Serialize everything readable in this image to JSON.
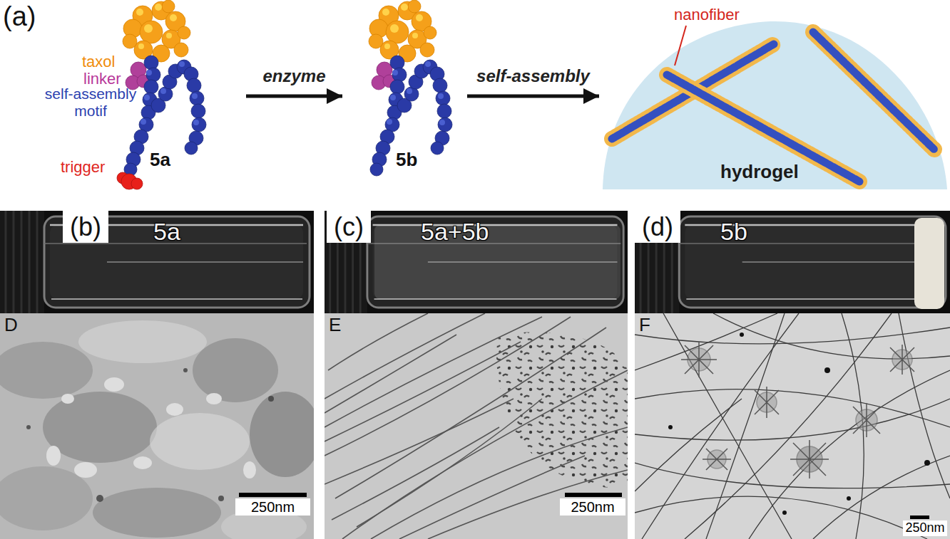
{
  "diagram": {
    "nodes": [
      {
        "text": [
          "taxol",
          "linker",
          "self-assembly motif",
          "trigger",
          "5a"
        ]
      },
      {
        "text": [
          "5b"
        ]
      },
      {
        "text": [
          "nanofiber",
          "hydrogel"
        ]
      },
      {
        "text": [
          "5a"
        ]
      },
      {
        "text": [
          "5a+5b"
        ]
      },
      {
        "text": [
          "5b"
        ]
      },
      {
        "text": [
          "D",
          "250nm"
        ]
      },
      {
        "text": [
          "E",
          "250nm"
        ]
      },
      {
        "text": [
          "F",
          "250nm"
        ]
      }
    ],
    "edges": [
      {
        "from": 0,
        "to": 1,
        "label": "enzyme",
        "arrow": "to"
      },
      {
        "from": 1,
        "to": 2,
        "label": "self-assembly",
        "arrow": "to"
      }
    ],
    "labels": [
      "(a)",
      "(b)",
      "(c)",
      "(d)"
    ]
  }
}
